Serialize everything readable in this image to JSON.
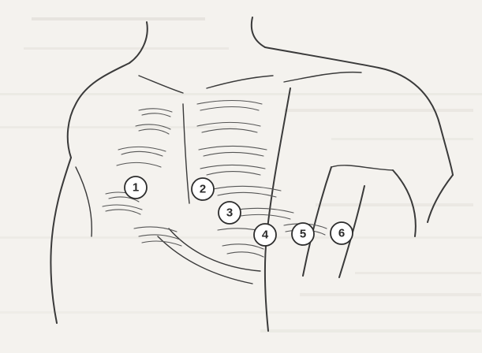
{
  "diagram": {
    "subject": "chest-torso-line-drawing",
    "electrodes": [
      {
        "label": "1"
      },
      {
        "label": "2"
      },
      {
        "label": "3"
      },
      {
        "label": "4"
      },
      {
        "label": "5"
      },
      {
        "label": "6"
      }
    ]
  },
  "colors": {
    "paper": "#f4f2ee",
    "ink": "#3a3a3a",
    "electrode_fill": "#ffffff"
  }
}
